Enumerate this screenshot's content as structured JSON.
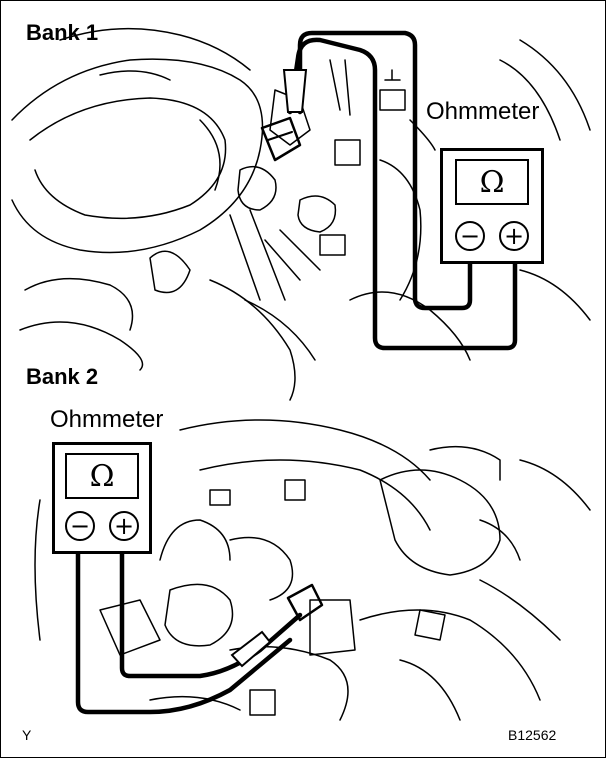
{
  "bank1": {
    "title": "Bank 1",
    "meter_label": "Ohmmeter",
    "symbol": "Ω"
  },
  "bank2": {
    "title": "Bank 2",
    "meter_label": "Ohmmeter",
    "symbol": "Ω"
  },
  "terminals": {
    "minus": "−",
    "plus": "+"
  },
  "corner_mark": "Y",
  "figure_code": "B12562",
  "colors": {
    "ink": "#000000",
    "paper": "#ffffff"
  }
}
